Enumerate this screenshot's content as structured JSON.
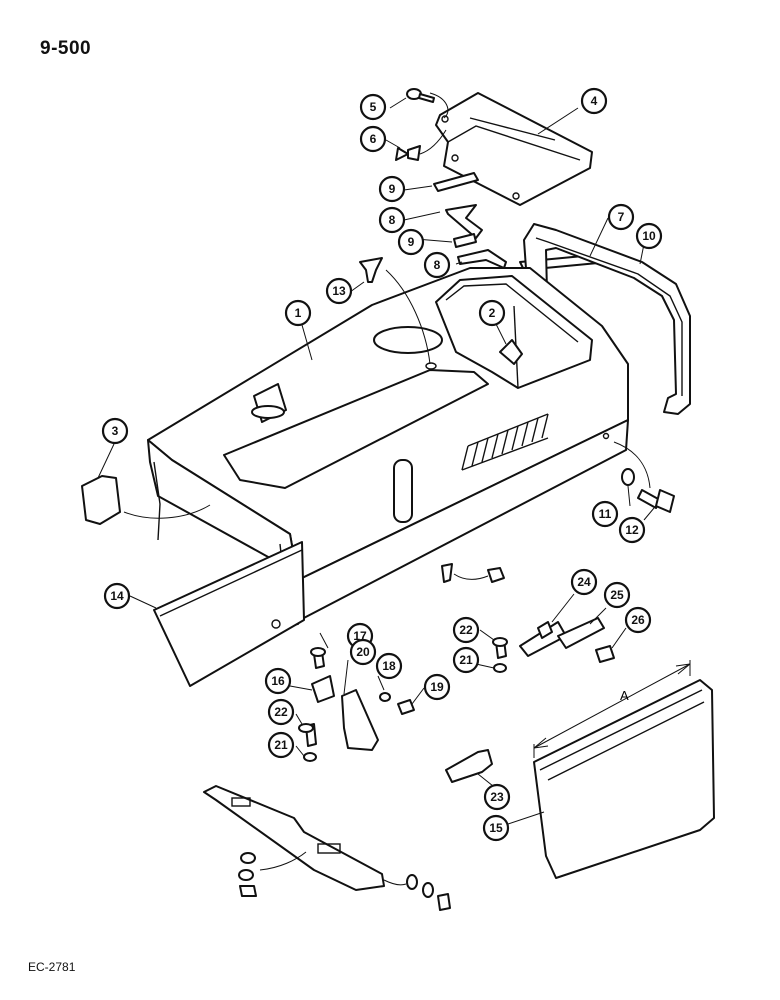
{
  "page": {
    "number": "9-500",
    "drawing_code": "EC-2781"
  },
  "dimension": {
    "label": "A"
  },
  "callouts": [
    "1",
    "2",
    "3",
    "4",
    "5",
    "6",
    "7",
    "8",
    "8",
    "9",
    "9",
    "10",
    "11",
    "12",
    "13",
    "14",
    "15",
    "16",
    "17",
    "18",
    "19",
    "20",
    "21",
    "21",
    "22",
    "22",
    "23",
    "24",
    "25",
    "26"
  ]
}
